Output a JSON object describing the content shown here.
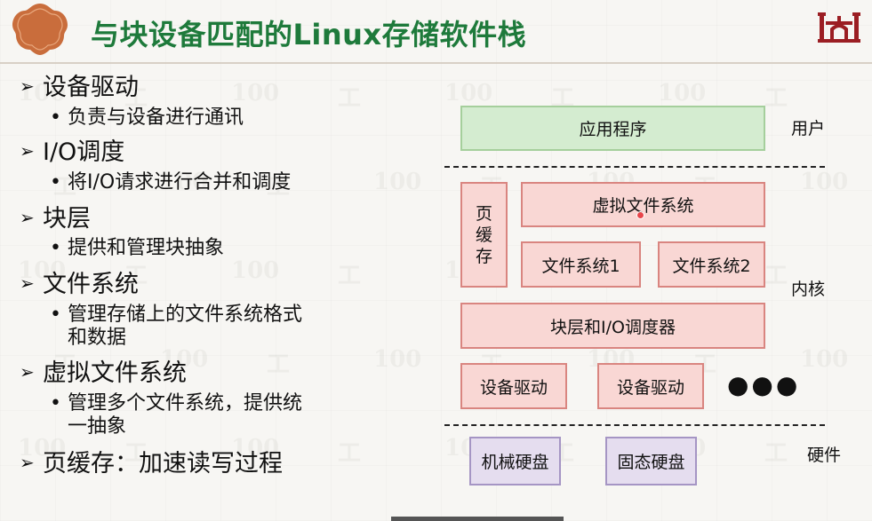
{
  "title": "与块设备匹配的Linux存储软件栈",
  "bullets": [
    {
      "label": "设备驱动",
      "sub": "负责与设备进行通讯"
    },
    {
      "label": "I/O调度",
      "sub": "将I/O请求进行合并和调度"
    },
    {
      "label": "块层",
      "sub": "提供和管理块抽象"
    },
    {
      "label": "文件系统",
      "sub_line1": "管理存储上的文件系统格式",
      "sub_line2": "和数据"
    },
    {
      "label": "虚拟文件系统",
      "sub_line1": "管理多个文件系统，提供统",
      "sub_line2": "一抽象"
    },
    {
      "label": "页缓存：加速读写过程"
    }
  ],
  "diagram": {
    "app": "应用程序",
    "vfs": "虚拟文件系统",
    "page_cache": [
      "页",
      "缓",
      "存"
    ],
    "fs1": "文件系统1",
    "fs2": "文件系统2",
    "block_layer": "块层和I/O调度器",
    "driver1": "设备驱动",
    "driver2": "设备驱动",
    "ellipsis": "●●●",
    "hdd": "机械硬盘",
    "ssd": "固态硬盘",
    "labels": {
      "user": "用户",
      "kernel": "内核",
      "hardware": "硬件"
    }
  },
  "colors": {
    "title": "#1e7a3b",
    "user_box": "#d4ecd0",
    "kernel_box": "#f9d7d4",
    "hardware_box": "#e5ddef",
    "logo": "#c96d3c"
  },
  "icons": {
    "left_logo": "university-seal-icon",
    "right_logo": "building-gate-icon",
    "bullet": "arrow-bullet-icon"
  }
}
